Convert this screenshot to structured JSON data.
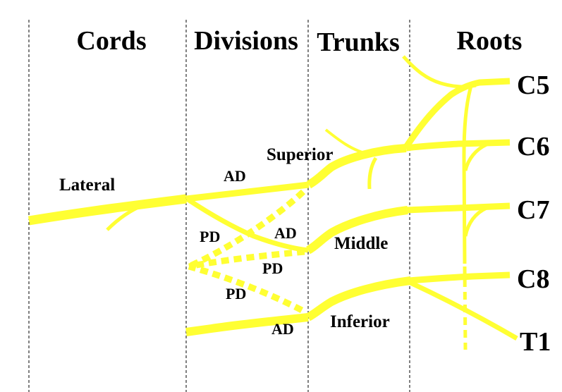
{
  "columns": {
    "cords": "Cords",
    "divisions": "Divisions",
    "trunks": "Trunks",
    "roots": "Roots"
  },
  "roots": {
    "c5": "C5",
    "c6": "C6",
    "c7": "C7",
    "c8": "C8",
    "t1": "T1"
  },
  "trunks": {
    "superior": "Superior",
    "middle": "Middle",
    "inferior": "Inferior"
  },
  "cords": {
    "lateral": "Lateral"
  },
  "divisions": {
    "ad_superior": "AD",
    "ad_middle": "AD",
    "ad_inferior": "AD",
    "pd_upper": "PD",
    "pd_middle": "PD",
    "pd_lower": "PD"
  },
  "colors": {
    "nerve": "#ffff33",
    "text": "#000000",
    "divider": "#000000"
  }
}
